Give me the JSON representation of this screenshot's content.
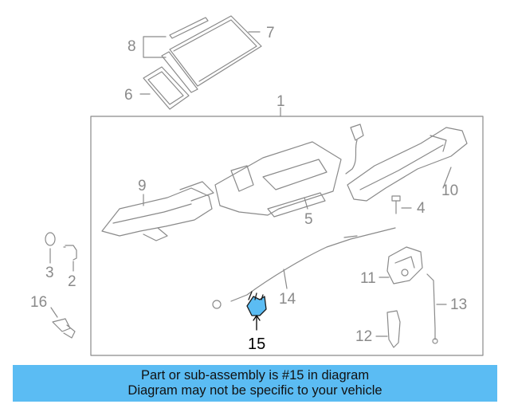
{
  "callouts": {
    "c1": "1",
    "c2": "2",
    "c3": "3",
    "c4": "4",
    "c5": "5",
    "c6": "6",
    "c7": "7",
    "c8": "8",
    "c9": "9",
    "c10": "10",
    "c11": "11",
    "c12": "12",
    "c13": "13",
    "c14": "14",
    "c15": "15",
    "c16": "16"
  },
  "highlight": {
    "part": "15",
    "color": "#5bbcf3"
  },
  "banner": {
    "line1": "Part or sub-assembly is #15 in diagram",
    "line2": "Diagram may not be specific to your vehicle"
  },
  "colors": {
    "lines": "#8a8a8a",
    "banner_bg": "#5bbcf3",
    "highlight_text": "#000000"
  }
}
